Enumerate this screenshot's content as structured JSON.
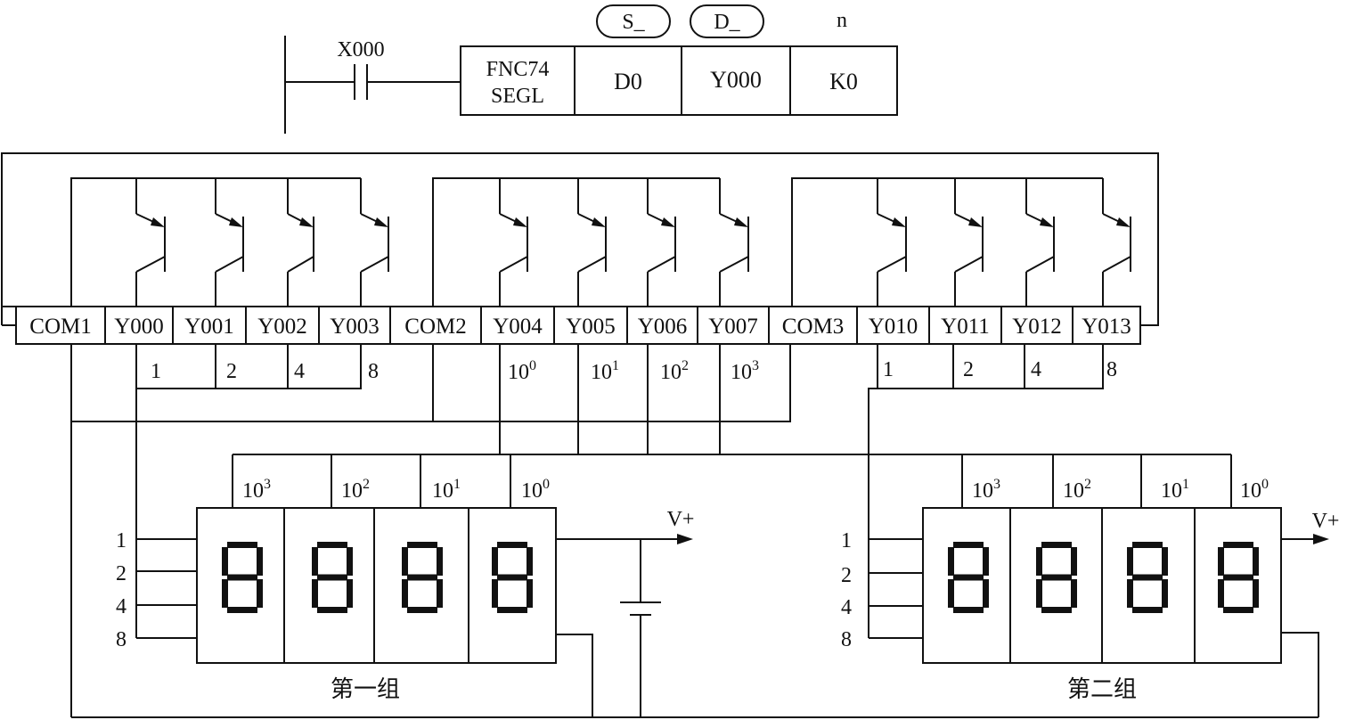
{
  "instruction": {
    "contact_label": "X000",
    "fnc_line1": "FNC74",
    "fnc_line2": "SEGL",
    "op_s": "D0",
    "op_d": "Y000",
    "op_n": "K0",
    "tag_s": "S_",
    "tag_d": "D_",
    "tag_n": "n"
  },
  "terminals": [
    "COM1",
    "Y000",
    "Y001",
    "Y002",
    "Y003",
    "COM2",
    "Y004",
    "Y005",
    "Y006",
    "Y007",
    "COM3",
    "Y010",
    "Y011",
    "Y012",
    "Y013"
  ],
  "bcd_weights_a": [
    "1",
    "2",
    "4",
    "8"
  ],
  "bcd_weights_b": [
    "1",
    "2",
    "4",
    "8"
  ],
  "digit_select": [
    {
      "base": "10",
      "exp": "0"
    },
    {
      "base": "10",
      "exp": "1"
    },
    {
      "base": "10",
      "exp": "2"
    },
    {
      "base": "10",
      "exp": "3"
    }
  ],
  "group1": {
    "name": "第一组",
    "inputs": [
      "1",
      "2",
      "4",
      "8"
    ],
    "digits": [
      {
        "base": "10",
        "exp": "3"
      },
      {
        "base": "10",
        "exp": "2"
      },
      {
        "base": "10",
        "exp": "1"
      },
      {
        "base": "10",
        "exp": "0"
      }
    ],
    "vplus": "V+"
  },
  "group2": {
    "name": "第二组",
    "inputs": [
      "1",
      "2",
      "4",
      "8"
    ],
    "digits": [
      {
        "base": "10",
        "exp": "3"
      },
      {
        "base": "10",
        "exp": "2"
      },
      {
        "base": "10",
        "exp": "1"
      },
      {
        "base": "10",
        "exp": "0"
      }
    ],
    "vplus": "V+"
  }
}
